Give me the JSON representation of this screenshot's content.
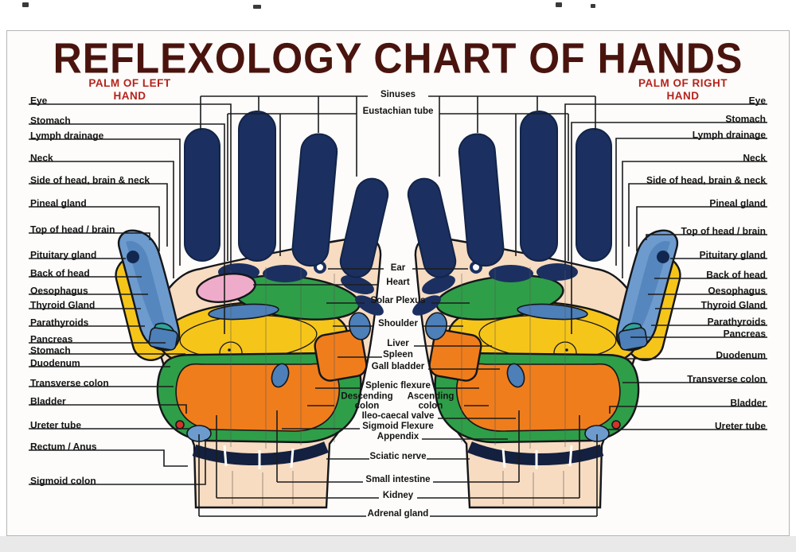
{
  "poster": {
    "title": "REFLEXOLOGY CHART OF HANDS",
    "palm_left": "PALM OF LEFT HAND",
    "palm_right": "PALM OF RIGHT HAND"
  },
  "labels": {
    "left": [
      "Eye",
      "Stomach",
      "Lymph drainage",
      "Neck",
      "Side of head, brain & neck",
      "Pineal gland",
      "Top of head / brain",
      "Pituitary gland",
      "Back of head",
      "Oesophagus",
      "Thyroid Gland",
      "Parathyroids",
      "Pancreas",
      "Stomach",
      "Duodenum",
      "Transverse colon",
      "Bladder",
      "Ureter tube",
      "Rectum / Anus",
      "Sigmoid colon"
    ],
    "center": [
      "Sinuses",
      "Eustachian tube",
      "Ear",
      "Heart",
      "Solar Plexus",
      "Shoulder",
      "Liver",
      "Spleen",
      "Gall bladder",
      "Splenic flexure",
      "Descending colon",
      "Ascending colon",
      "Ileo-caecal valve",
      "Sigmoid Flexure",
      "Appendix",
      "Sciatic nerve",
      "Small intestine",
      "Kidney",
      "Adrenal gland"
    ],
    "right": [
      "Eye",
      "Stomach",
      "Lymph drainage",
      "Neck",
      "Side of head, brain & neck",
      "Pineal gland",
      "Top of head / brain",
      "Pituitary gland",
      "Back of head",
      "Oesophagus",
      "Thyroid Gland",
      "Parathyroids",
      "Pancreas",
      "Duodenum",
      "Transverse colon",
      "Bladder",
      "Ureter tube"
    ]
  },
  "colors": {
    "title": "#4a140e",
    "accent_red": "#b5231c",
    "navy": "#1b3060",
    "navy_dark": "#13203f",
    "skin": "#f7dcc2",
    "yellow": "#f6c51a",
    "orange": "#f07d1c",
    "green": "#2f9e48",
    "pink": "#efacca",
    "blue": "#6d9bce",
    "blue_mid": "#4d7fb8",
    "red_dot": "#d43327",
    "line": "#1c1c1c"
  }
}
